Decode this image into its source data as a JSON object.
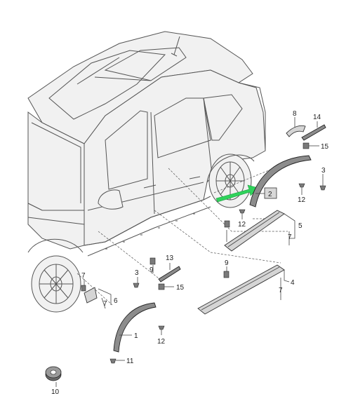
{
  "labels": {
    "p1": "1",
    "p2": "2",
    "p3a": "3",
    "p3b": "3",
    "p4": "4",
    "p5": "5",
    "p6": "6",
    "p7a": "7",
    "p7b": "7",
    "p7c": "7",
    "p7d": "7",
    "p8": "8",
    "p9a": "9",
    "p9b": "9",
    "p10": "10",
    "p11": "11",
    "p12a": "12",
    "p12b": "12",
    "p12c": "12",
    "p13": "13",
    "p14": "14",
    "p15a": "15",
    "p15b": "15"
  },
  "colors": {
    "highlight_arrow": "#2fd25b",
    "highlight_box": "#d8d8d8"
  }
}
